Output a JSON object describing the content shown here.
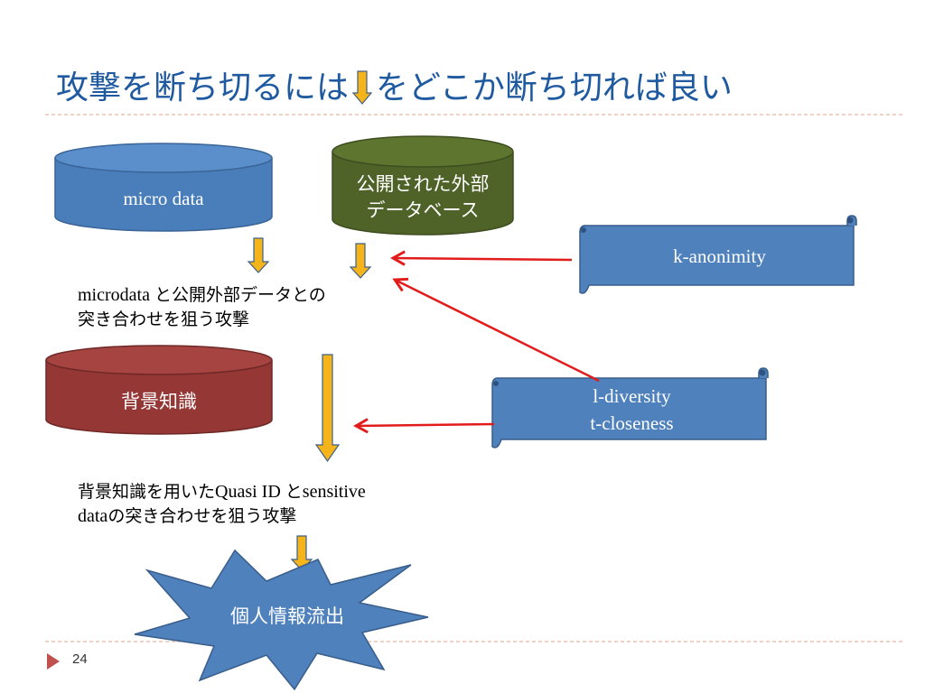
{
  "slide": {
    "title_part1": "攻撃を断ち切るには",
    "title_part2": "をどこか断ち切れば良い",
    "page_number": "24"
  },
  "nodes": {
    "micro_data": "micro data",
    "external_db_line1": "公開された外部",
    "external_db_line2": "データベース",
    "background_knowledge": "背景知識",
    "leak": "個人情報流出"
  },
  "scrolls": {
    "k_anonymity": "k-anonimity",
    "l_diversity": "l-diversity",
    "t_closeness": "t-closeness"
  },
  "attacks": {
    "attack1_latin": "microdata ",
    "attack1_line1_rest": "と公開外部データとの",
    "attack1_line2": "突き合わせを狙う攻撃",
    "attack2_line1_a": "背景知識を用いた",
    "attack2_line1_b": "Quasi ID ",
    "attack2_line1_c": "と",
    "attack2_line1_d": "sensitive",
    "attack2_line2_a": "data",
    "attack2_line2_b": "の突き合わせを狙う攻撃"
  },
  "colors": {
    "title": "#1f5aa0",
    "cylinder_blue": "#4a7ebb",
    "cylinder_green": "#4f6228",
    "cylinder_red": "#953735",
    "scroll_blue": "#4f81bd",
    "down_arrow_fill": "#f4b41a",
    "down_arrow_stroke": "#3e5f8a",
    "red_arrow": "#e21b1b",
    "dashed_line": "#e3a08e",
    "bullet": "#c0504d"
  }
}
